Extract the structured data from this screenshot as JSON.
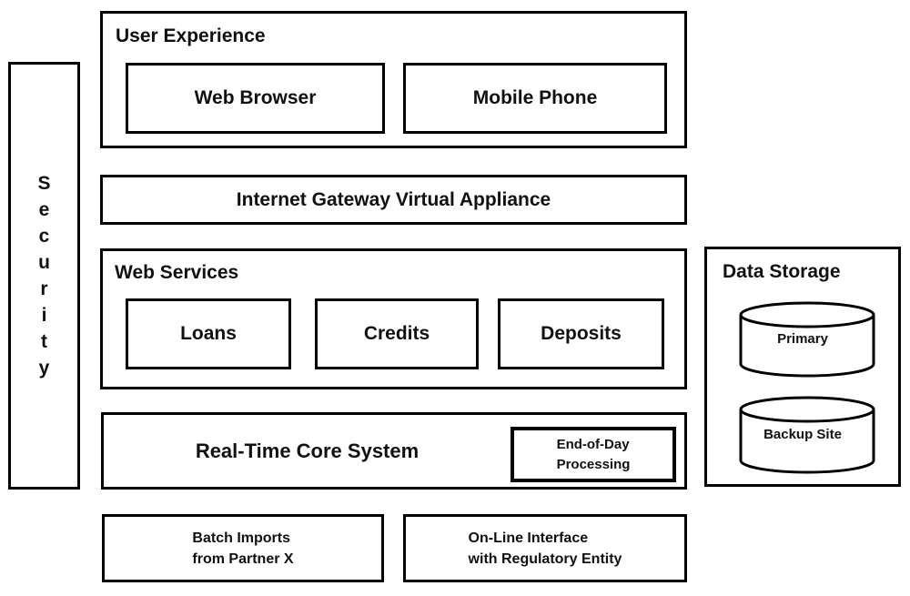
{
  "colors": {
    "stroke": "#000000",
    "background": "#ffffff",
    "text": "#111111"
  },
  "diagram": {
    "security": {
      "label": "Security",
      "letters": [
        "S",
        "e",
        "c",
        "u",
        "r",
        "i",
        "t",
        "y"
      ]
    },
    "user_experience": {
      "title": "User Experience",
      "items": [
        {
          "label": "Web Browser"
        },
        {
          "label": "Mobile Phone"
        }
      ]
    },
    "gateway": {
      "label": "Internet Gateway Virtual Appliance"
    },
    "web_services": {
      "title": "Web Services",
      "items": [
        {
          "label": "Loans"
        },
        {
          "label": "Credits"
        },
        {
          "label": "Deposits"
        }
      ]
    },
    "core": {
      "label": "Real-Time Core System",
      "end_of_day": {
        "line1": "End-of-Day",
        "line2": "Processing"
      }
    },
    "data_storage": {
      "title": "Data Storage",
      "cylinders": [
        {
          "label": "Primary"
        },
        {
          "label": "Backup Site"
        }
      ]
    },
    "external": [
      {
        "line1": "Batch Imports",
        "line2": "from Partner X"
      },
      {
        "line1": "On-Line Interface",
        "line2": "with Regulatory Entity"
      }
    ]
  }
}
